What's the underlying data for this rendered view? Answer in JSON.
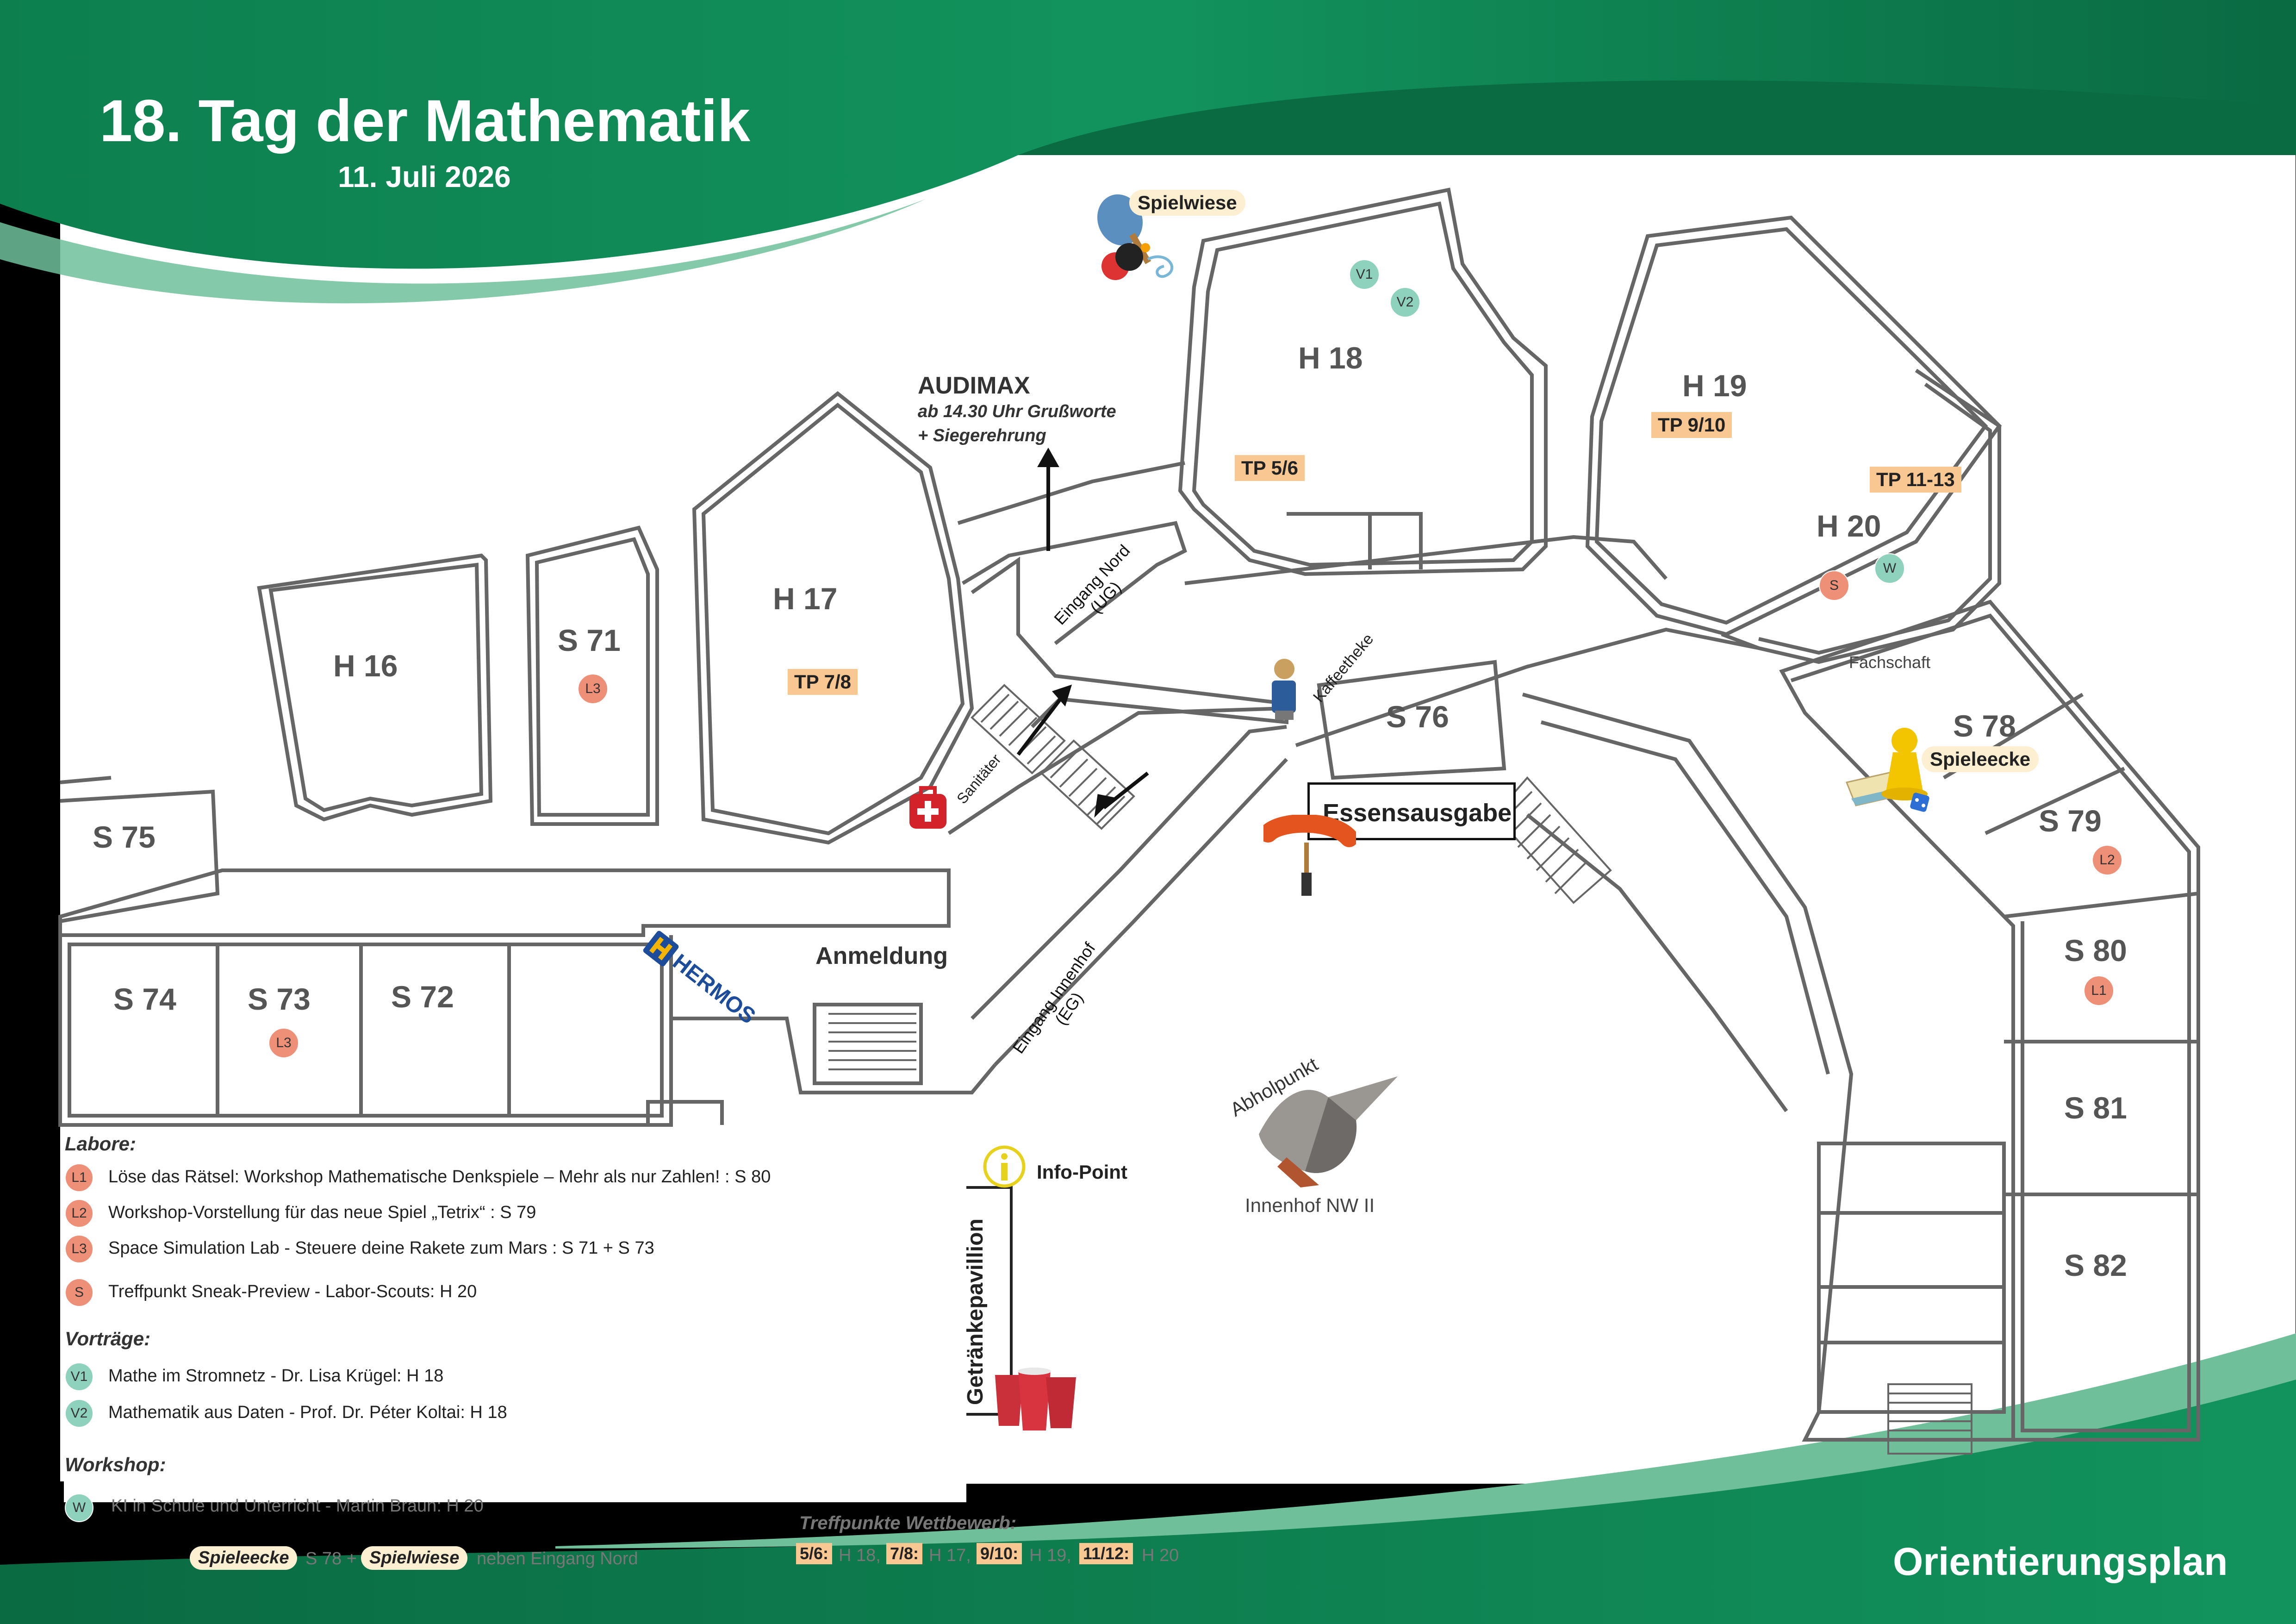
{
  "header": {
    "title": "18. Tag der Mathematik",
    "date": "11. Juli 2026",
    "footer_title": "Orientierungsplan"
  },
  "colors": {
    "brand_green": "#0e8a56",
    "light_green": "#6fbf9a",
    "lab_orange": "#ee8f78",
    "talk_green": "#8ed1bd",
    "tp_peach": "#f9c792"
  },
  "rooms": {
    "h16": "H 16",
    "s71": "S 71",
    "h17": "H 17",
    "h18": "H 18",
    "h19": "H 19",
    "h20": "H 20",
    "s75": "S 75",
    "s74": "S 74",
    "s73": "S 73",
    "s72": "S 72",
    "s76": "S 76",
    "s78": "S 78",
    "s79": "S 79",
    "s80": "S 80",
    "s81": "S 81",
    "s82": "S 82"
  },
  "tp_tags": {
    "h17": "TP 7/8",
    "h18": "TP 5/6",
    "h19": "TP 9/10",
    "h20": "TP 11-13"
  },
  "markers": {
    "l1": "L1",
    "l2": "L2",
    "l3": "L3",
    "s": "S",
    "v1": "V1",
    "v2": "V2",
    "w": "W"
  },
  "places": {
    "audimax": "AUDIMAX",
    "audimax_note1": "ab 14.30 Uhr Grußworte",
    "audimax_note2": "+ Siegerehrung",
    "eingang_nord": "Eingang Nord",
    "eingang_nord_ug": "(UG)",
    "eingang_innenhof": "Eingang Innenhof",
    "eingang_innenhof_eg": "(EG)",
    "spielwiese": "Spielwiese",
    "spieleecke": "Spieleecke",
    "kaffeetheke": "Kaffeetheke",
    "sanitaeter": "Sanitäter",
    "essensausgabe": "Essensausgabe",
    "anmeldung": "Anmeldung",
    "fachschaft": "Fachschaft",
    "abholpunkt": "Abholpunkt",
    "innenhof": "Innenhof NW II",
    "info_point": "Info-Point",
    "getraenkepavillon": "Getränkepavillion",
    "hermos": "HERMOS"
  },
  "legend": {
    "labore_heading": "Labore:",
    "labore": [
      {
        "code": "L1",
        "text": "Löse das Rätsel: Workshop Mathematische Denkspiele – Mehr als nur Zahlen! : S 80"
      },
      {
        "code": "L2",
        "text": "Workshop-Vorstellung für das neue Spiel „Tetrix“ : S 79"
      },
      {
        "code": "L3",
        "text": "Space Simulation Lab - Steuere deine Rakete zum Mars : S 71 + S 73"
      },
      {
        "code": "S",
        "text": "Treffpunkt Sneak-Preview - Labor-Scouts: H 20"
      }
    ],
    "vortraege_heading": "Vorträge:",
    "vortraege": [
      {
        "code": "V1",
        "text": "Mathe im Stromnetz - Dr. Lisa Krügel: H 18"
      },
      {
        "code": "V2",
        "text": "Mathematik aus Daten - Prof. Dr. Péter Koltai: H 18"
      }
    ],
    "workshop_heading": "Workshop:",
    "workshop": [
      {
        "code": "W",
        "text": "KI in Schule und Unterricht - Martin Braun: H 20"
      }
    ],
    "spiele_line": {
      "pill1": "Spieleecke",
      "mid": "S 78 +",
      "pill2": "Spielwiese",
      "tail": "neben Eingang Nord"
    }
  },
  "treffpunkte": {
    "heading": "Treffpunkte Wettbewerb:",
    "items": [
      {
        "tag": "5/6:",
        "room": "H 18,"
      },
      {
        "tag": "7/8:",
        "room": "H 17,"
      },
      {
        "tag": "9/10:",
        "room": "H 19,"
      },
      {
        "tag": "11/12:",
        "room": "H 20"
      }
    ]
  }
}
